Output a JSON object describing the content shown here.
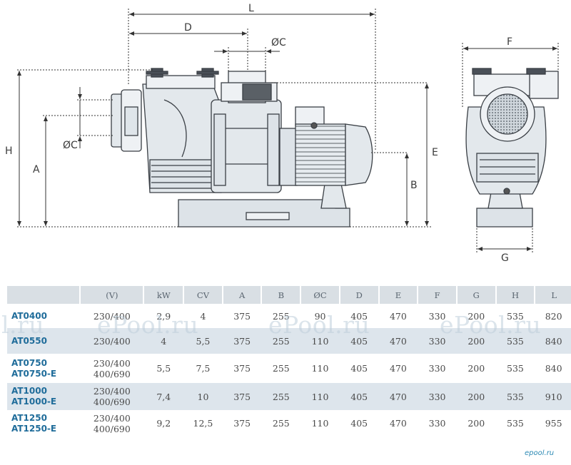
{
  "drawing": {
    "dimension_labels": {
      "L": "L",
      "D": "D",
      "C_top": "ØC",
      "F": "F",
      "H": "H",
      "C_side": "ØC",
      "A": "A",
      "E": "E",
      "B": "B",
      "G": "G"
    }
  },
  "table": {
    "headers": [
      "",
      "(V)",
      "kW",
      "CV",
      "A",
      "B",
      "ØC",
      "D",
      "E",
      "F",
      "G",
      "H",
      "L"
    ],
    "rows": [
      {
        "model": [
          "AT0400"
        ],
        "voltage": [
          "230/400"
        ],
        "kw": "2,9",
        "cv": "4",
        "a": "375",
        "b": "255",
        "c": "90",
        "d": "405",
        "e": "470",
        "f": "330",
        "g": "200",
        "h": "535",
        "l": "820"
      },
      {
        "model": [
          "AT0550"
        ],
        "voltage": [
          "230/400"
        ],
        "kw": "4",
        "cv": "5,5",
        "a": "375",
        "b": "255",
        "c": "110",
        "d": "405",
        "e": "470",
        "f": "330",
        "g": "200",
        "h": "535",
        "l": "840"
      },
      {
        "model": [
          "AT0750",
          "AT0750-E"
        ],
        "voltage": [
          "230/400",
          "400/690"
        ],
        "kw": "5,5",
        "cv": "7,5",
        "a": "375",
        "b": "255",
        "c": "110",
        "d": "405",
        "e": "470",
        "f": "330",
        "g": "200",
        "h": "535",
        "l": "840"
      },
      {
        "model": [
          "AT1000",
          "AT1000-E"
        ],
        "voltage": [
          "230/400",
          "400/690"
        ],
        "kw": "7,4",
        "cv": "10",
        "a": "375",
        "b": "255",
        "c": "110",
        "d": "405",
        "e": "470",
        "f": "330",
        "g": "200",
        "h": "535",
        "l": "910"
      },
      {
        "model": [
          "AT1250",
          "AT1250-E"
        ],
        "voltage": [
          "230/400",
          "400/690"
        ],
        "kw": "9,2",
        "cv": "12,5",
        "a": "375",
        "b": "255",
        "c": "110",
        "d": "405",
        "e": "470",
        "f": "330",
        "g": "200",
        "h": "535",
        "l": "955"
      }
    ]
  },
  "watermarks": [
    "l.ru",
    "ePool.ru",
    "ePool.ru",
    "ePool.ru"
  ],
  "logo": "epool.ru",
  "colors": {
    "model_text": "#1f6c9a",
    "header_bg": "#d9dfe4",
    "shade_row": "#dde5ec",
    "pump_body": "#e3e8ec",
    "outline": "#3a3f45"
  }
}
